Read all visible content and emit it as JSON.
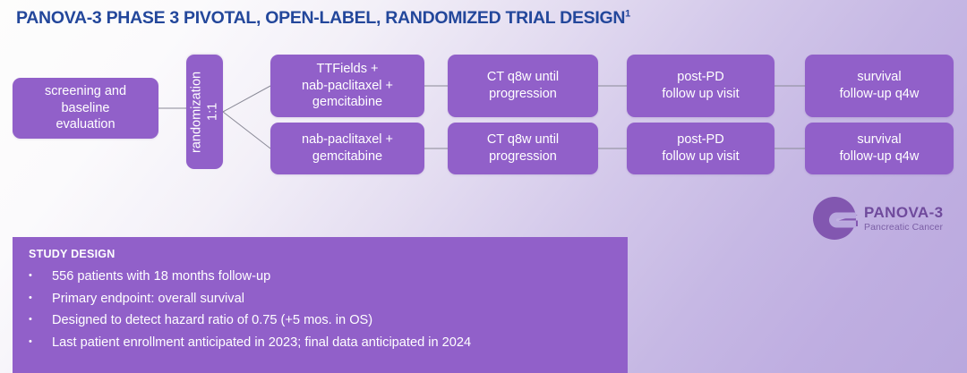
{
  "page": {
    "title_main": "PANOVA-3 PHASE 3 PIVOTAL, OPEN-LABEL, RANDOMIZED TRIAL DESIGN",
    "title_superscript": "1",
    "title_color": "#23479b",
    "node_color": "#9160c9",
    "panel_color": "#9160c9",
    "connector_color": "#8a8a97"
  },
  "flow": {
    "screening": "screening and\nbaseline\nevaluation",
    "randomization": "randomization\n1:1",
    "arm_a": {
      "treatment": "TTFields +\nnab-paclitaxel +\ngemcitabine",
      "imaging": "CT q8w until\nprogression",
      "post_pd": "post-PD\nfollow up visit",
      "survival": "survival\nfollow-up q4w"
    },
    "arm_b": {
      "treatment": "nab-paclitaxel +\ngemcitabine",
      "imaging": "CT q8w until\nprogression",
      "post_pd": "post-PD\nfollow up visit",
      "survival": "survival\nfollow-up q4w"
    }
  },
  "logo": {
    "name": "PANOVA-3",
    "tagline": "Pancreatic Cancer",
    "mark_icon": "panova-circle-notch-icon",
    "mark_color": "#8257b0",
    "name_color": "#6f4a9c"
  },
  "study_design": {
    "heading": "STUDY DESIGN",
    "bullet_glyph": "•",
    "items": [
      "556 patients with 18 months follow-up",
      "Primary endpoint: overall survival",
      "Designed to detect hazard ratio of 0.75 (+5 mos. in OS)",
      "Last patient enrollment anticipated in 2023; final data anticipated in 2024"
    ]
  }
}
